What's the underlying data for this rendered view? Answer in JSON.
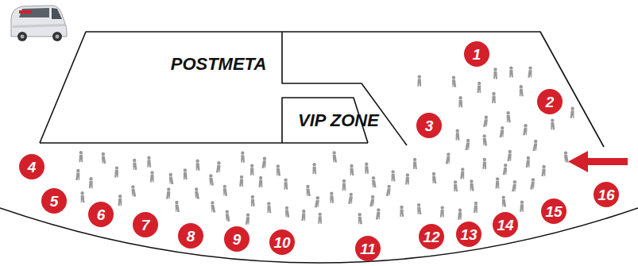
{
  "diagram": {
    "nodes": [
      {
        "text": [
          "POSTMETA"
        ]
      },
      {
        "text": [
          "VIP ZONE"
        ],
        "in": 0
      },
      {
        "text": [
          "1"
        ]
      },
      {
        "text": [
          "2"
        ]
      },
      {
        "text": [
          "3"
        ]
      },
      {
        "text": [
          "4"
        ]
      },
      {
        "text": [
          "5"
        ]
      },
      {
        "text": [
          "6"
        ]
      },
      {
        "text": [
          "7"
        ]
      },
      {
        "text": [
          "8"
        ]
      },
      {
        "text": [
          "9"
        ]
      },
      {
        "text": [
          "10"
        ]
      },
      {
        "text": [
          "11"
        ]
      },
      {
        "text": [
          "12"
        ]
      },
      {
        "text": [
          "13"
        ]
      },
      {
        "text": [
          "14"
        ]
      },
      {
        "text": [
          "15"
        ]
      },
      {
        "text": [
          "16"
        ]
      }
    ]
  }
}
